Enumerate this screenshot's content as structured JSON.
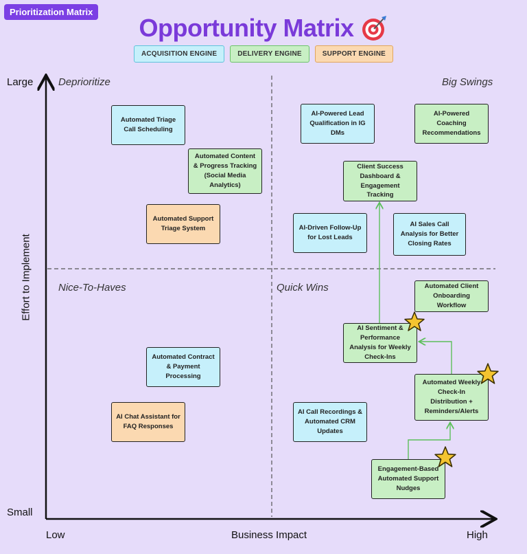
{
  "header": {
    "badge": "Prioritization Matrix",
    "title": "Opportunity Matrix"
  },
  "legend": [
    {
      "label": "ACQUISITION ENGINE",
      "category": "acquisition"
    },
    {
      "label": "DELIVERY ENGINE",
      "category": "delivery"
    },
    {
      "label": "SUPPORT ENGINE",
      "category": "support"
    }
  ],
  "axes": {
    "y_title": "Effort to Implement",
    "y_high": "Large",
    "y_low": "Small",
    "x_title": "Business Impact",
    "x_low": "Low",
    "x_high": "High"
  },
  "quadrants": {
    "top_left": "Deprioritize",
    "top_right": "Big Swings",
    "bottom_left": "Nice-To-Haves",
    "bottom_right": "Quick Wins"
  },
  "cards": [
    {
      "id": "c1",
      "label": "Automated Triage Call Scheduling",
      "category": "acquisition"
    },
    {
      "id": "c2",
      "label": "Automated Content & Progress Tracking (Social Media Analytics)",
      "category": "delivery"
    },
    {
      "id": "c3",
      "label": "Automated Support Triage System",
      "category": "support"
    },
    {
      "id": "c4",
      "label": "AI-Powered Lead Qualification in IG DMs",
      "category": "acquisition"
    },
    {
      "id": "c5",
      "label": "AI-Powered Coaching Recommendations",
      "category": "delivery"
    },
    {
      "id": "c6",
      "label": "Client Success Dashboard & Engagement Tracking",
      "category": "delivery"
    },
    {
      "id": "c7",
      "label": "AI-Driven Follow-Up for Lost Leads",
      "category": "acquisition"
    },
    {
      "id": "c8",
      "label": "AI Sales Call Analysis for Better Closing Rates",
      "category": "acquisition"
    },
    {
      "id": "c9",
      "label": "Automated Client Onboarding Workflow",
      "category": "delivery"
    },
    {
      "id": "c10",
      "label": "AI Sentiment & Performance Analysis for Weekly Check-Ins",
      "category": "delivery",
      "starred": true
    },
    {
      "id": "c11",
      "label": "Automated Contract & Payment Processing",
      "category": "acquisition"
    },
    {
      "id": "c12",
      "label": "Automated Weekly Check-In Distribution + Reminders/Alerts",
      "category": "delivery",
      "starred": true
    },
    {
      "id": "c13",
      "label": "AI Chat Assistant for FAQ Responses",
      "category": "support"
    },
    {
      "id": "c14",
      "label": "AI Call Recordings & Automated CRM Updates",
      "category": "acquisition"
    },
    {
      "id": "c15",
      "label": "Engagement-Based Automated Support Nudges",
      "category": "delivery",
      "starred": true
    }
  ],
  "colors": {
    "background": "#e6dcfa",
    "title": "#7a3ad9",
    "acquisition_fill": "#c6f0fb",
    "acquisition_border": "#5fc3dc",
    "delivery_fill": "#c8efc4",
    "delivery_border": "#6cc36a",
    "support_fill": "#fbd9b1",
    "support_border": "#e1a55c",
    "arrow": "#5cbf5a",
    "star": "#f4c430"
  },
  "icons": {
    "title_icon": "target-icon",
    "highlight_icon": "star-icon"
  }
}
